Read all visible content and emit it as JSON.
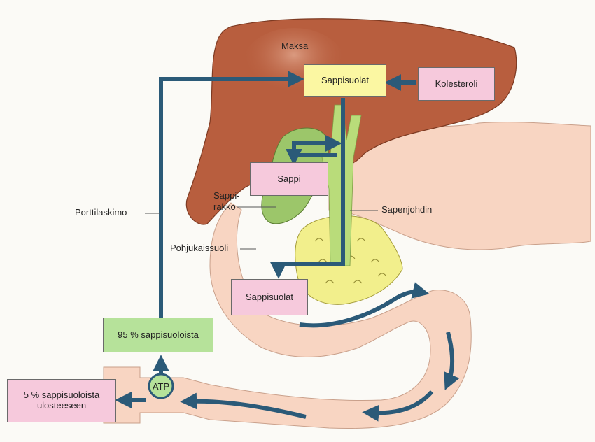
{
  "labels": {
    "maksa": "Maksa",
    "sappirakko_line1": "Sappi-",
    "sappirakko_line2": "rakko",
    "porttilaskimo": "Porttilaskimo",
    "sapenjohdin": "Sapenjohdin",
    "pohjukaissuoli": "Pohjukaissuoli"
  },
  "boxes": {
    "sappisuolat_liver": "Sappisuolat",
    "kolesteroli": "Kolesteroli",
    "sappi": "Sappi",
    "sappisuolat_intestine": "Sappisuolat",
    "reabsorbed": "95 % sappisuoloista",
    "excreted_line1": "5 % sappisuoloista",
    "excreted_line2": "ulosteeseen",
    "atp": "ATP"
  },
  "colors": {
    "liver": "#b85e3e",
    "intestine": "#f8d5c2",
    "gallbladder": "#9cc66a",
    "pancreas": "#f2ef8c",
    "duct": "#b9dc7a",
    "arrow": "#2b5a78",
    "yellow_box": "#fbf7a2",
    "pink_box": "#f6c9dc",
    "green_box": "#b6e29a"
  }
}
